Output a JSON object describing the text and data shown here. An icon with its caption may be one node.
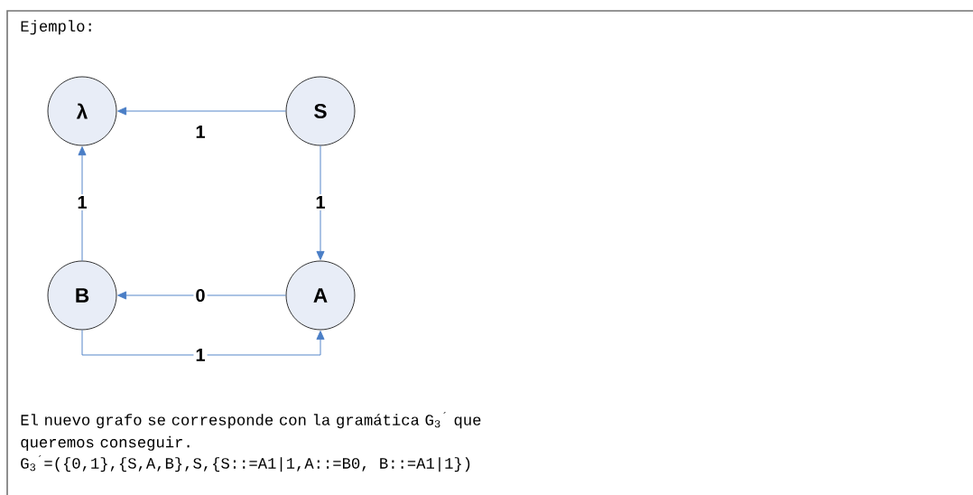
{
  "diagram": {
    "nodes": [
      {
        "text": [
          "λ"
        ]
      },
      {
        "text": [
          "S"
        ]
      },
      {
        "text": [
          "B"
        ]
      },
      {
        "text": [
          "A"
        ]
      }
    ],
    "edges": [
      {
        "from": 1,
        "to": 0,
        "arrow": "to",
        "label": "1"
      },
      {
        "from": 2,
        "to": 0,
        "arrow": "to",
        "label": "1"
      },
      {
        "from": 1,
        "to": 3,
        "arrow": "to",
        "label": "1"
      },
      {
        "from": 3,
        "to": 2,
        "arrow": "to",
        "label": "0"
      },
      {
        "from": 2,
        "to": 3,
        "arrow": "to",
        "label": "1"
      }
    ],
    "labels": [
      "Ejemplo:",
      "El nuevo grafo se corresponde con la gramática G$_{3}$$^{´}$ que queremos conseguir.",
      "G$_{3}$$^{´}$=({0,1},{S,A,B},S,{S::=A1|1,A::=B0, B::=A1|1})"
    ]
  }
}
